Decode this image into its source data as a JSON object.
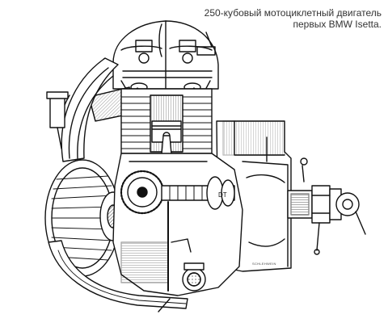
{
  "caption": {
    "line1": "250-кубовый мотоциклетный двигатель",
    "line2": "первых BMW Isetta."
  },
  "illustration": {
    "subject": "engine-cutaway",
    "style": "technical-pen-drawing",
    "ink_color": "#111111",
    "engraver_mark": "SCHLEHWEIN"
  }
}
